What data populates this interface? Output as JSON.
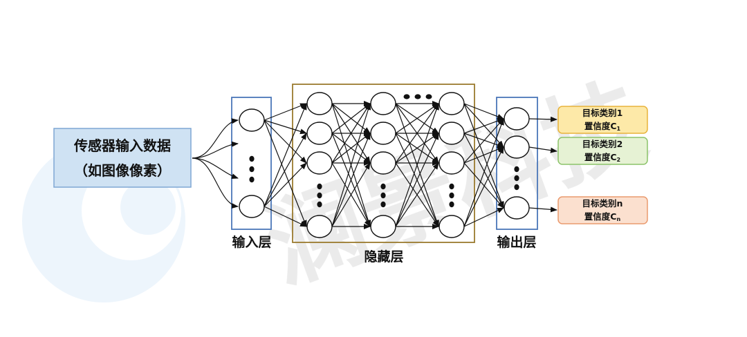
{
  "source": {
    "line1": "传感器输入数据",
    "line2": "（如图像像素）"
  },
  "layers": {
    "input": "输入层",
    "hidden": "隐藏层",
    "output": "输出层"
  },
  "outputs": [
    {
      "line1": "目标类别1",
      "conf_prefix": "置信度C",
      "sub": "1",
      "fill": "#fde9a8",
      "stroke": "#e8b33a"
    },
    {
      "line1": "目标类别2",
      "conf_prefix": "置信度C",
      "sub": "2",
      "fill": "#e6f2d4",
      "stroke": "#8cc36a"
    },
    {
      "line1": "目标类别n",
      "conf_prefix": "置信度C",
      "sub": "n",
      "fill": "#fbe0cf",
      "stroke": "#ea9a6e"
    }
  ],
  "watermark": {
    "text": "澜景科技"
  },
  "colors": {
    "source_fill": "#cfe2f3",
    "source_stroke": "#7ea6d3",
    "layer_box": "#4a76b8",
    "hidden_box": "#9a7a2e"
  }
}
